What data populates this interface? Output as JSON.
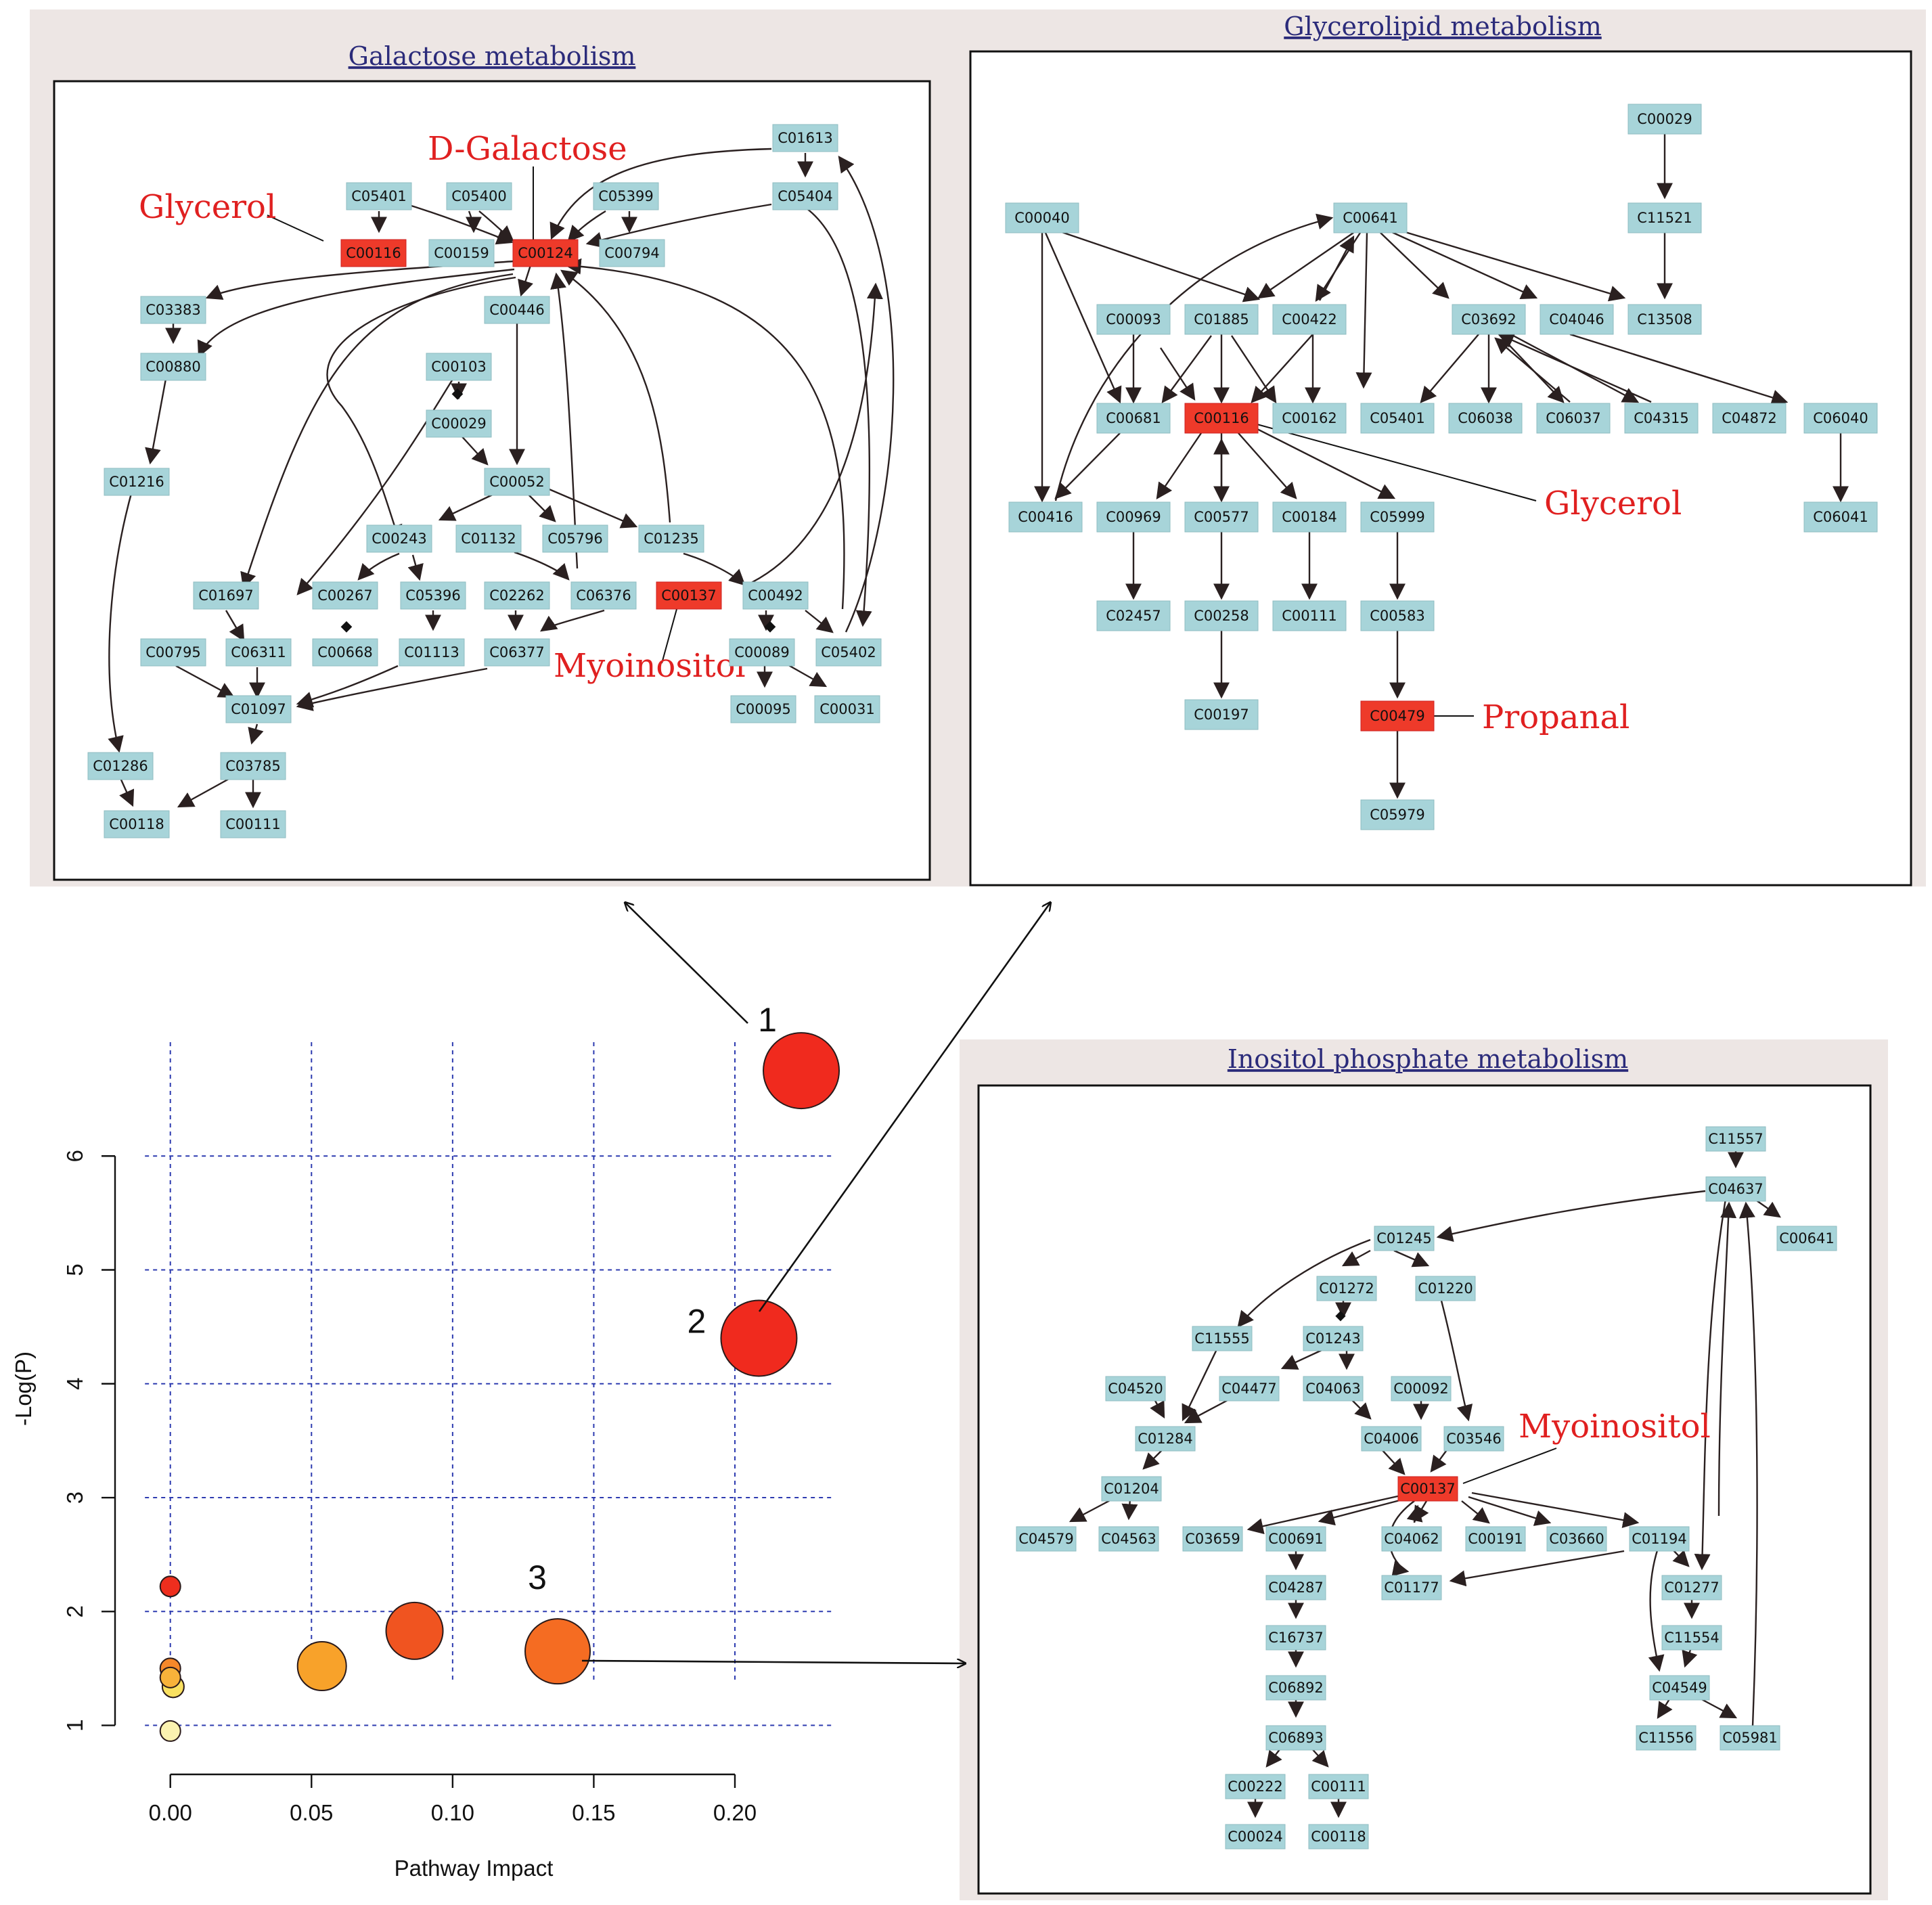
{
  "panels": {
    "galactose": {
      "title": "Galactose metabolism",
      "annotations": [
        "Glycerol",
        "D-Galactose",
        "Myoinositol"
      ],
      "nodes": [
        "C01613",
        "C05401",
        "C05400",
        "C05399",
        "C05404",
        "C00116",
        "C00159",
        "C00124",
        "C00794",
        "C03383",
        "C00446",
        "C00880",
        "C00103",
        "C00029",
        "C01216",
        "C00052",
        "C00243",
        "C01132",
        "C05796",
        "C01235",
        "C01697",
        "C00267",
        "C05396",
        "C02262",
        "C06376",
        "C00137",
        "C00492",
        "C00795",
        "C06311",
        "C00668",
        "C01113",
        "C06377",
        "C00089",
        "C05402",
        "C01097",
        "C00095",
        "C00031",
        "C01286",
        "C03785",
        "C00118",
        "C00111"
      ],
      "highlighted": [
        "C00116",
        "C00124",
        "C00137"
      ]
    },
    "glycerolipid": {
      "title": "Glycerolipid metabolism",
      "annotations": [
        "Glycerol",
        "Propanal"
      ],
      "nodes": [
        "C00029",
        "C00040",
        "C00641",
        "C11521",
        "C00093",
        "C01885",
        "C00422",
        "C03692",
        "C04046",
        "C13508",
        "C00681",
        "C00116",
        "C00162",
        "C05401",
        "C06038",
        "C06037",
        "C04315",
        "C04872",
        "C06040",
        "C00416",
        "C00969",
        "C00577",
        "C00184",
        "C05999",
        "C06041",
        "C02457",
        "C00258",
        "C00111",
        "C00583",
        "C00197",
        "C00479",
        "C05979"
      ],
      "highlighted": [
        "C00116",
        "C00479"
      ]
    },
    "inositol": {
      "title": "Inositol phosphate metabolism",
      "annotations": [
        "Myoinositol"
      ],
      "nodes": [
        "C11557",
        "C04637",
        "C00641",
        "C01245",
        "C01272",
        "C01220",
        "C11555",
        "C01243",
        "C04520",
        "C04477",
        "C04063",
        "C00092",
        "C01284",
        "C04006",
        "C03546",
        "C01204",
        "C00137",
        "C04579",
        "C04563",
        "C03659",
        "C00691",
        "C04062",
        "C00191",
        "C03660",
        "C01194",
        "C04287",
        "C01177",
        "C01277",
        "C16737",
        "C11554",
        "C06892",
        "C04549",
        "C06893",
        "C11556",
        "C05981",
        "C00222",
        "C00111",
        "C00024",
        "C00118"
      ],
      "highlighted": [
        "C00137"
      ]
    }
  },
  "chart_data": {
    "type": "scatter",
    "xlabel": "Pathway Impact",
    "ylabel": "-Log(P)",
    "xlim": [
      -0.01,
      0.235
    ],
    "ylim": [
      0.7,
      7.0
    ],
    "x_ticks": [
      "0.00",
      "0.05",
      "0.10",
      "0.15",
      "0.20"
    ],
    "y_ticks": [
      "1",
      "2",
      "3",
      "4",
      "5",
      "6"
    ],
    "grid": true,
    "points": [
      {
        "x": 0.2235,
        "y": 6.75,
        "r": 28,
        "color": "#f02a1e",
        "label": "1"
      },
      {
        "x": 0.2085,
        "y": 4.4,
        "r": 28,
        "color": "#f02a1e",
        "label": "2"
      },
      {
        "x": 0.1372,
        "y": 1.65,
        "r": 24,
        "color": "#f56c22",
        "label": "3"
      },
      {
        "x": 0.0865,
        "y": 1.83,
        "r": 21,
        "color": "#f05420",
        "label": ""
      },
      {
        "x": 0.0537,
        "y": 1.52,
        "r": 18,
        "color": "#f8a22a",
        "label": ""
      },
      {
        "x": 0.0,
        "y": 2.22,
        "r": 7.5,
        "color": "#ee2e1e",
        "label": ""
      },
      {
        "x": 0.0,
        "y": 1.5,
        "r": 7.5,
        "color": "#f6882a",
        "label": ""
      },
      {
        "x": 0.0,
        "y": 1.42,
        "r": 7.5,
        "color": "#f8b23a",
        "label": ""
      },
      {
        "x": 0.001,
        "y": 1.34,
        "r": 8,
        "color": "#f9e060",
        "label": ""
      },
      {
        "x": 0.0,
        "y": 0.95,
        "r": 7.5,
        "color": "#fbf2b0",
        "label": ""
      }
    ]
  }
}
